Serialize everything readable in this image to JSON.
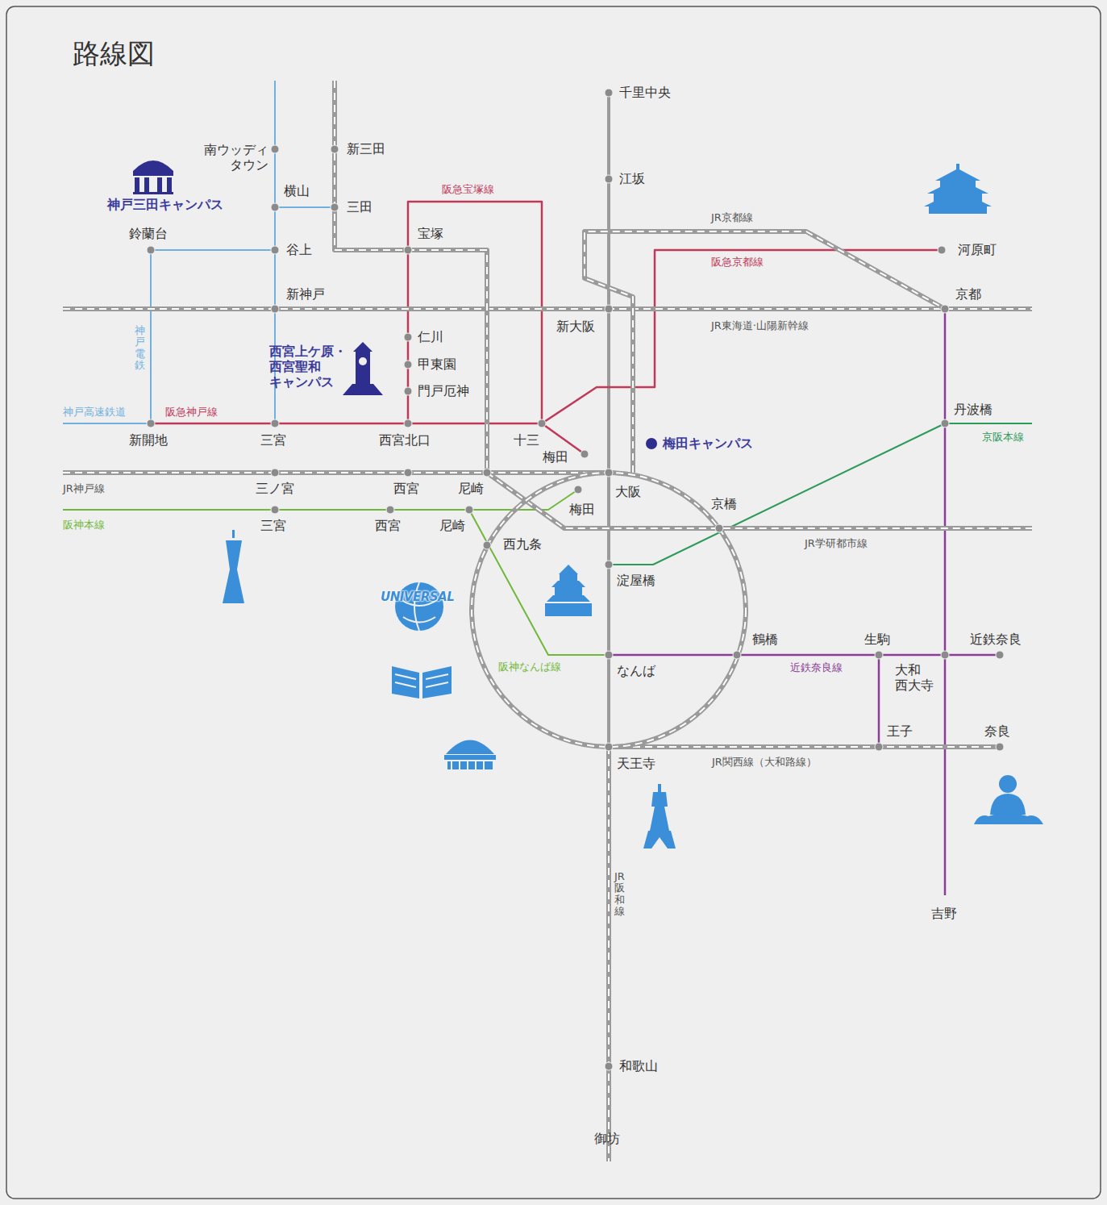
{
  "diagram": {
    "title": "路線図",
    "labels": [
      "千里中央",
      "江坂",
      "南ウッディ タウン",
      "新三田",
      "横山",
      "三田",
      "鈴蘭台",
      "谷上",
      "宝塚",
      "新神戸",
      "新大阪",
      "仁川",
      "甲東園",
      "門戸厄神",
      "新開地",
      "三宮",
      "西宮北口",
      "十三",
      "梅田",
      "梅田キャンパス",
      "三ノ宮",
      "西宮",
      "尼崎",
      "大阪",
      "梅田",
      "三宮",
      "西宮",
      "尼崎",
      "京橋",
      "西九条",
      "淀屋橋",
      "鶴橋",
      "生駒",
      "近鉄奈良",
      "大和 西大寺",
      "なんば",
      "王子",
      "奈良",
      "天王寺",
      "和歌山",
      "御坊",
      "吉野",
      "河原町",
      "京都",
      "丹波橋",
      "阪急宝塚線",
      "JR京都線",
      "阪急京都線",
      "JR東海道·山陽新幹線",
      "神戸電鉄",
      "神戸高速鉄道",
      "阪急神戸線",
      "京阪本線",
      "JR神戸線",
      "阪神本線",
      "JR学研都市線",
      "阪神なんば線",
      "近鉄奈良線",
      "JR関西線（大和路線）",
      "JR阪和線",
      "神戸三田キャンパス",
      "西宮上ケ原・ 西宮聖和 キャンパス",
      "UNIVERSAL"
    ]
  }
}
